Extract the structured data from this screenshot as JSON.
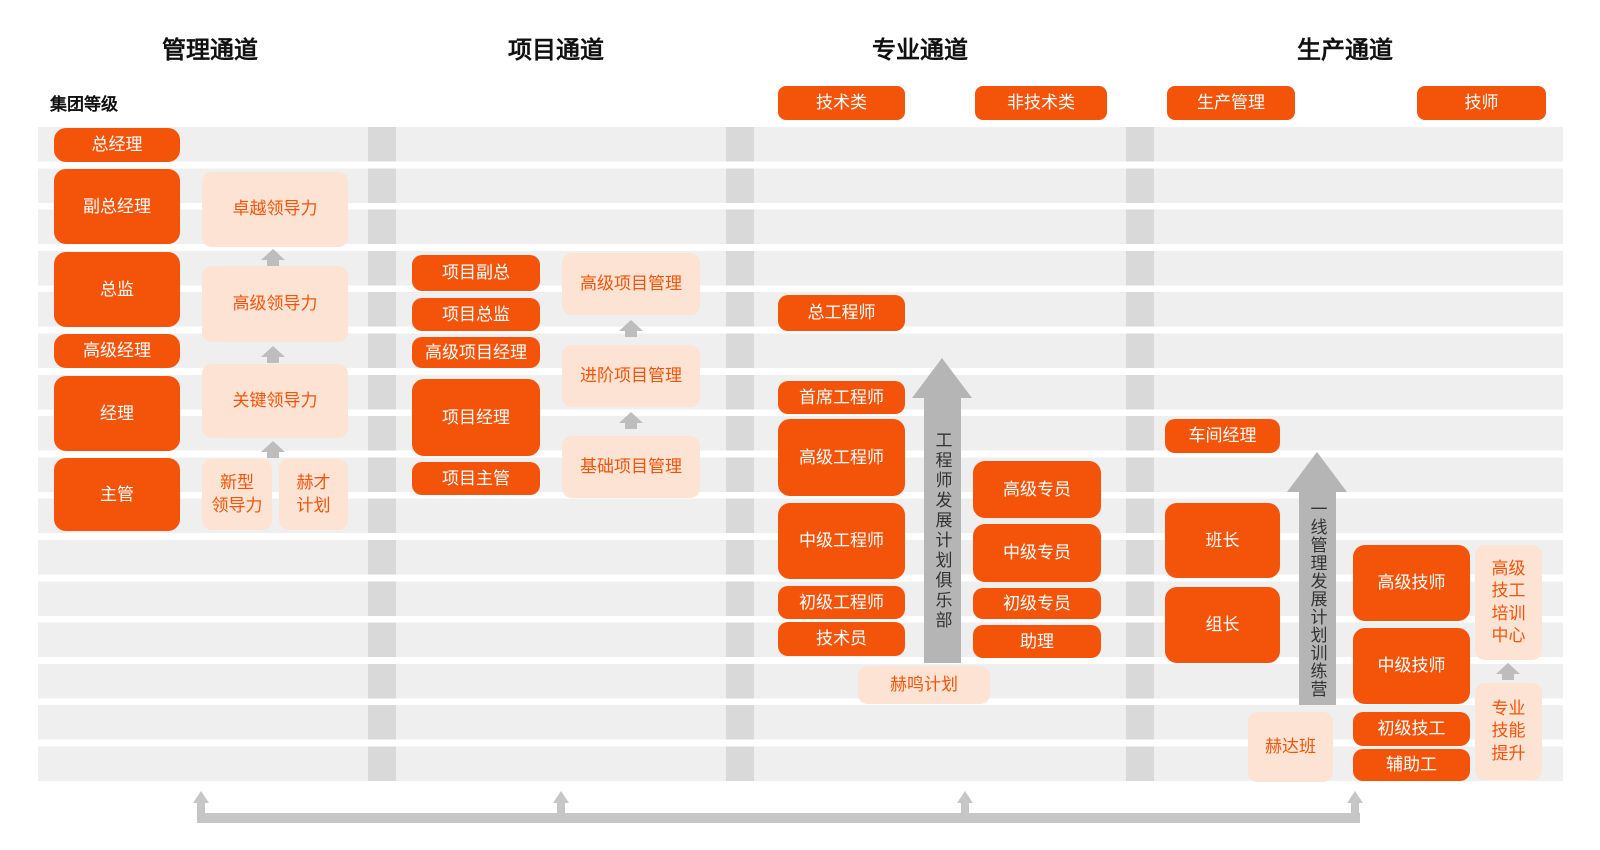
{
  "colors": {
    "accent": "#F4540A",
    "peach": "#FCE3D3",
    "stripe": "#EFEFEF",
    "band": "#D9D9D9",
    "arrow_gray": "#B5B5B5",
    "small_arrow_gray": "#BDBDBD",
    "connector_gray": "#C6C6C6",
    "ink": "#111111"
  },
  "group_level_label": "集团等级",
  "channels": {
    "management": {
      "title": "管理通道"
    },
    "project": {
      "title": "项目通道"
    },
    "professional": {
      "title": "专业通道"
    },
    "production": {
      "title": "生产通道"
    }
  },
  "category_buttons": {
    "tech": "技术类",
    "nontech": "非技术类",
    "prod_mgmt": "生产管理",
    "technician": "技师"
  },
  "management": {
    "nodes": {
      "general_manager": "总经理",
      "deputy_general_manager": "副总经理",
      "director": "总监",
      "senior_manager": "高级经理",
      "manager": "经理",
      "supervisor": "主管"
    },
    "programs": {
      "excellence_leadership": "卓越领导力",
      "advanced_leadership": "高级领导力",
      "key_leadership": "关键领导力",
      "new_leadership": "新型\n领导力",
      "hecai_plan": "赫才\n计划"
    }
  },
  "project": {
    "nodes": {
      "project_vp": "项目副总",
      "project_director": "项目总监",
      "senior_project_manager": "高级项目经理",
      "project_manager": "项目经理",
      "project_supervisor": "项目主管"
    },
    "programs": {
      "advanced_pm": "高级项目管理",
      "intermediate_pm": "进阶项目管理",
      "basic_pm": "基础项目管理"
    }
  },
  "professional": {
    "tech_nodes": {
      "chief_engineer": "总工程师",
      "principal_engineer": "首席工程师",
      "senior_engineer": "高级工程师",
      "mid_engineer": "中级工程师",
      "junior_engineer": "初级工程师",
      "technician": "技术员"
    },
    "arrow_label": "工程师发展计划俱乐部",
    "nontech_nodes": {
      "senior_specialist": "高级专员",
      "mid_specialist": "中级专员",
      "junior_specialist": "初级专员",
      "assistant": "助理"
    },
    "program": "赫鸣计划"
  },
  "production": {
    "mgmt_nodes": {
      "workshop_manager": "车间经理",
      "foreman": "班长",
      "team_leader": "组长"
    },
    "arrow_label": "一线管理发展计划训练营",
    "heda_class": "赫达班",
    "tech_nodes": {
      "senior_technician": "高级技师",
      "mid_technician": "中级技师",
      "junior_worker": "初级技工",
      "auxiliary_worker": "辅助工"
    },
    "programs": {
      "training_center": "高级\n技工\n培训\n中心",
      "skill_upgrade": "专业\n技能\n提升"
    }
  }
}
